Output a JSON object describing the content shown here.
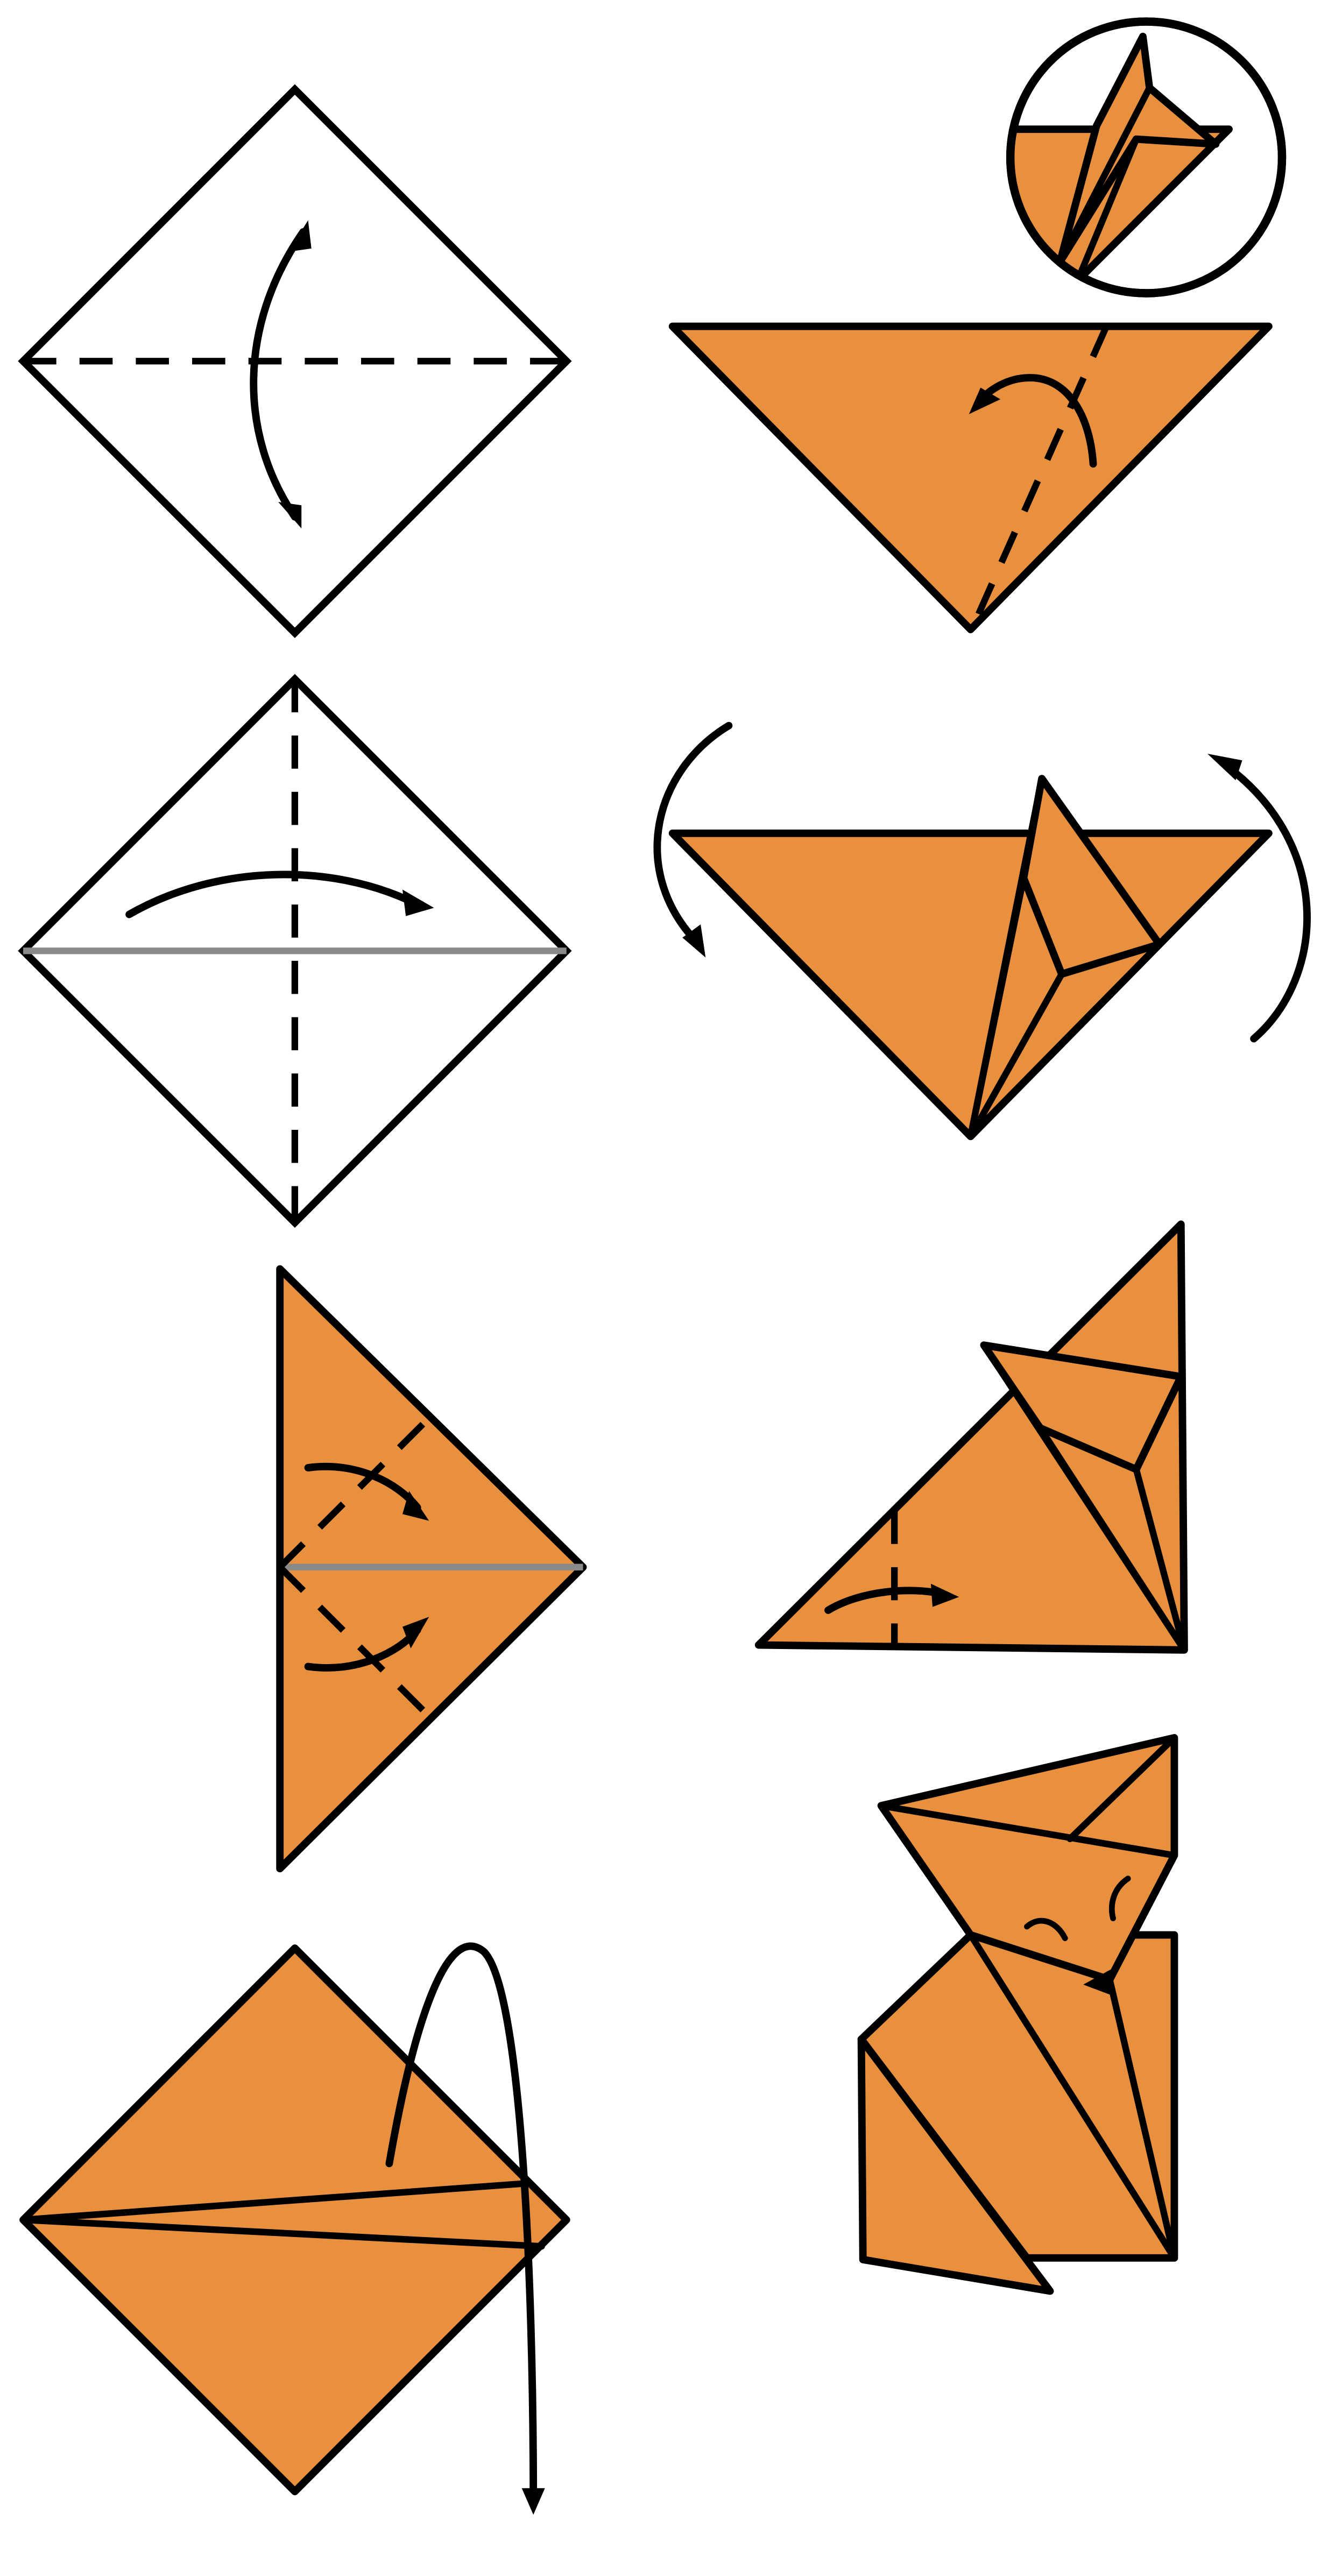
{
  "diagram": {
    "subject": "origami fox",
    "step_count": 8,
    "has_detail_inset": true
  },
  "colors": {
    "paper_front": "#ffffff",
    "paper_back": "#e8903e",
    "line": "#000000",
    "reference_crease": "#8a8a8a"
  },
  "icons": {
    "fold_arrow": "curved-arrow-icon",
    "fold_line": "dashed-valley-fold",
    "inset": "magnifier-detail-circle"
  }
}
